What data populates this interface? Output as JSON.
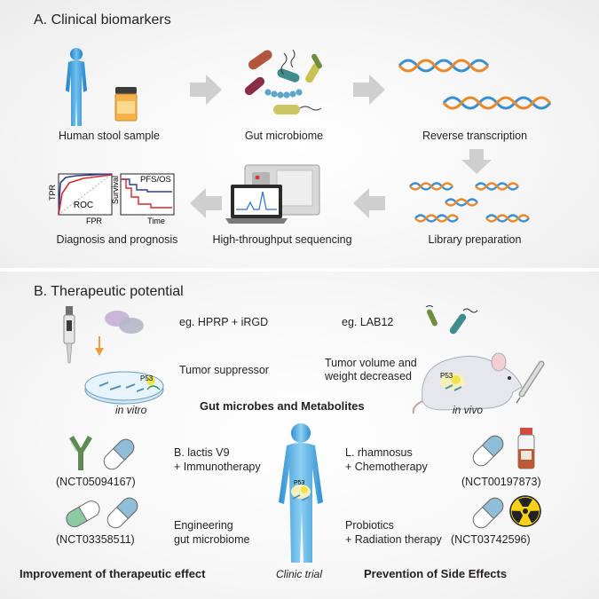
{
  "panel_a": {
    "title": "A. Clinical biomarkers",
    "steps": {
      "stool": "Human stool sample",
      "microbiome": "Gut microbiome",
      "reverse": "Reverse transcription",
      "library": "Library preparation",
      "sequencing": "High-throughput sequencing",
      "diagnosis": "Diagnosis and prognosis"
    },
    "roc_chart": {
      "y_label": "TPR",
      "x_label": "FPR",
      "curve_label": "ROC"
    },
    "survival_chart": {
      "y_label": "Survival",
      "x_label": "Time",
      "curve_label": "PFS/OS"
    }
  },
  "panel_b": {
    "title": "B. Therapeutic potential",
    "in_vitro": {
      "example": "eg. HPRP + iRGD",
      "effect": "Tumor suppressor",
      "caption": "in vitro",
      "gene": "P53"
    },
    "in_vivo": {
      "example": "eg. LAB12",
      "effect_line1": "Tumor volume and",
      "effect_line2": "weight decreased",
      "caption": "in vivo",
      "gene": "P53"
    },
    "center_heading": "Gut microbes and Metabolites",
    "trials": {
      "t1_id": "(NCT05094167)",
      "t1_line1": "B. lactis V9",
      "t1_line2": "+ Immunotherapy",
      "t2_id": "(NCT03358511)",
      "t2_line1": "Engineering",
      "t2_line2": "gut microbiome",
      "t3_id": "(NCT00197873)",
      "t3_line1": "L. rhamnosus",
      "t3_line2": "+ Chemotherapy",
      "t4_id": "(NCT03742596)",
      "t4_line1": "Probiotics",
      "t4_line2": "+ Radiation therapy"
    },
    "human_gene": "P53",
    "clinic_trial": "Clinic trial",
    "footer_left": "Improvement of therapeutic effect",
    "footer_right": "Prevention of Side Effects"
  },
  "colors": {
    "human_blue": "#3a9ad9",
    "arrow_gray": "#cfcfcf",
    "dna_blue": "#3b8fcf",
    "dna_orange": "#e8892c",
    "roc_red": "#d7262c",
    "roc_blue": "#2b3f95",
    "capsule_green": "#8ccaa6",
    "capsule_blue": "#8fbfd8",
    "antibody_green": "#5f8a54",
    "radiation_yellow": "#f7d117",
    "tumor_yellow": "#f3e24a"
  }
}
